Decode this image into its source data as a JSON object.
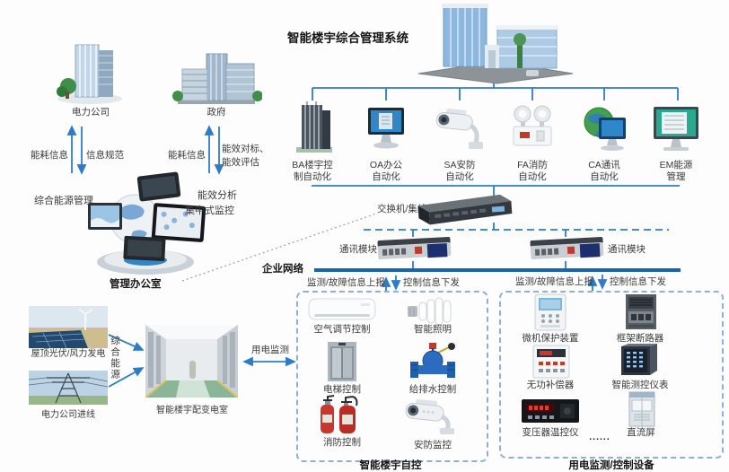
{
  "title": "智能楼宇综合管理系统",
  "subsystems": [
    {
      "line1": "BA楼宇控",
      "line2": "制自动化"
    },
    {
      "line1": "OA办公",
      "line2": "自动化"
    },
    {
      "line1": "SA安防",
      "line2": "自动化"
    },
    {
      "line1": "FA消防",
      "line2": "自动化"
    },
    {
      "line1": "CA通讯",
      "line2": "自动化"
    },
    {
      "line1": "EM能源",
      "line2": "管理"
    }
  ],
  "network": {
    "switch_label": "交换机/集线器",
    "comm_module_left": "通讯模块",
    "comm_module_right": "通讯模块",
    "enterprise_label": "企业网络",
    "report_left": "监测/故障信息上报",
    "dispatch_left": "控制信息下发",
    "report_right": "监测/故障信息上报",
    "dispatch_right": "控制信息下发"
  },
  "management": {
    "power_company": "电力公司",
    "government": "政府",
    "energy_info_1": "能耗信息",
    "info_standard": "信息规范",
    "energy_info_2": "能耗信息",
    "benchmark_1": "能效对标、",
    "benchmark_2": "能效评估",
    "integrated_energy_mgmt": "综合能源管理",
    "efficiency_analysis": "能效分析",
    "central_monitoring": "集中式监控",
    "office": "管理办公室"
  },
  "power_supply": {
    "rooftop": "屋顶光伏/风力发电",
    "incoming_line": "电力公司进线",
    "integrated_energy": "综合能源",
    "substation": "智能楼宇配变电室",
    "monitoring": "用电监测"
  },
  "automation_box": {
    "title": "智能楼宇自控",
    "items": [
      {
        "label": "空气调节控制"
      },
      {
        "label": "智能照明"
      },
      {
        "label": "电梯控制"
      },
      {
        "label": "给排水控制"
      },
      {
        "label": "消防控制"
      },
      {
        "label": "安防监控"
      }
    ]
  },
  "device_box": {
    "title": "用电监测/控制设备",
    "ellipsis": "......",
    "items": [
      {
        "label": "微机保护装置"
      },
      {
        "label": "框架断路器"
      },
      {
        "label": "无功补偿器"
      },
      {
        "label": "智能测控仪表"
      },
      {
        "label": "变压器温控仪"
      },
      {
        "label": "直流屏"
      }
    ]
  },
  "colors": {
    "line_blue": "#2f7bc8",
    "network_blue": "#1b63b0",
    "box_dash_blue": "#8fb0d4"
  }
}
